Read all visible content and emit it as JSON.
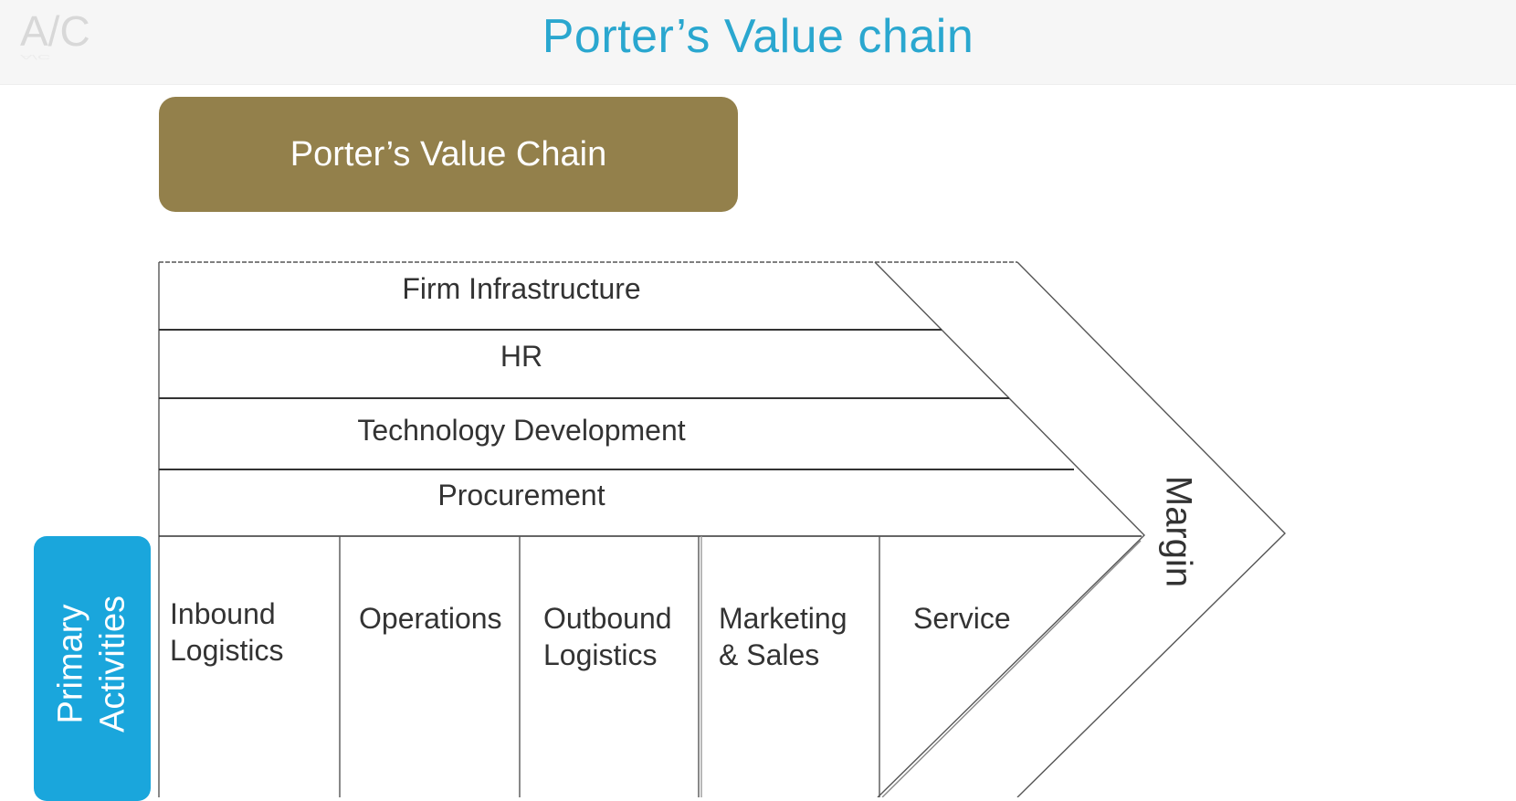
{
  "header": {
    "logo_text": "A/C",
    "title": "Porter’s Value chain"
  },
  "banner": {
    "label": "Porter’s Value Chain"
  },
  "support_activities": [
    "Firm Infrastructure",
    "HR",
    "Technology Development",
    "Procurement"
  ],
  "primary_label": {
    "line1": "Primary",
    "line2": "Activities"
  },
  "primary_activities": [
    {
      "line1": "Inbound",
      "line2": "Logistics"
    },
    {
      "line1": "Operations",
      "line2": ""
    },
    {
      "line1": "Outbound",
      "line2": "Logistics"
    },
    {
      "line1": "Marketing",
      "line2": "& Sales"
    },
    {
      "line1": "Service",
      "line2": ""
    }
  ],
  "margin_label": "Margin",
  "colors": {
    "title": "#2aa7cf",
    "banner": "#93804b",
    "primary_tag": "#1aa6dc",
    "lines": "#444444"
  }
}
